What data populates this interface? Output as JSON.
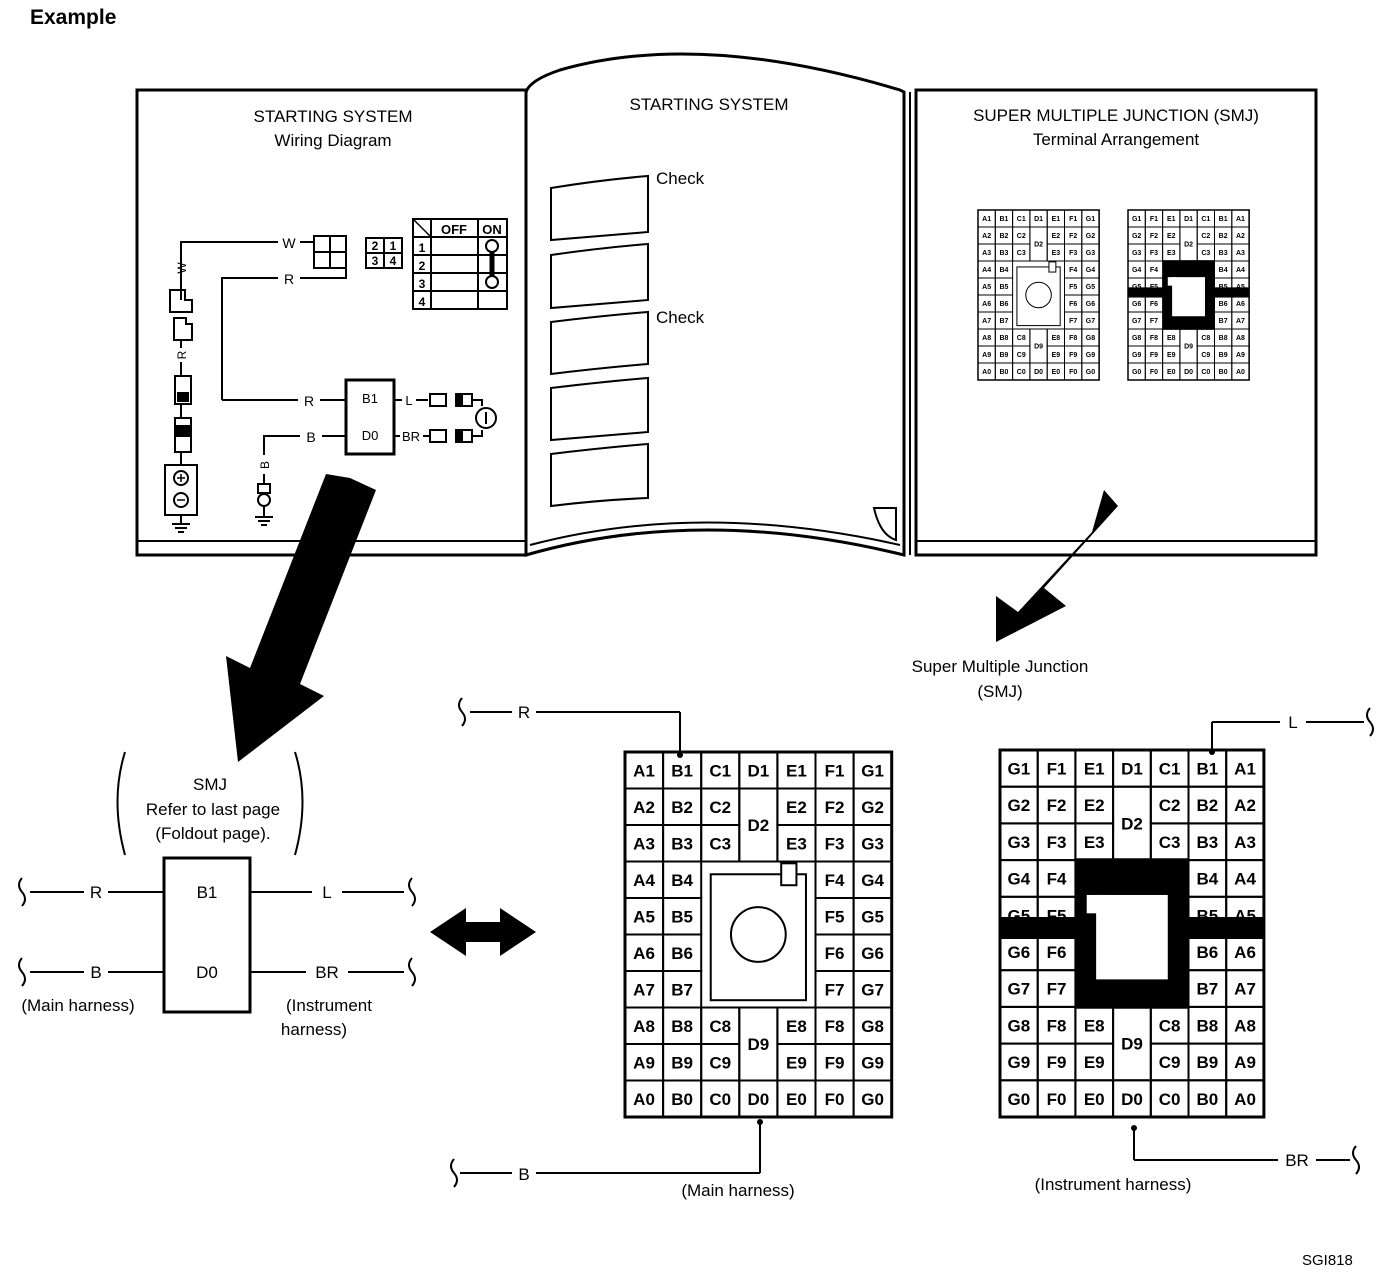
{
  "example_label": "Example",
  "figure_code": "SGI818",
  "book": {
    "left_page": {
      "title": "STARTING SYSTEM",
      "subtitle": "Wiring Diagram",
      "wires": [
        "W",
        "R",
        "R",
        "B",
        "L",
        "BR",
        "W",
        "R",
        "B"
      ],
      "smj_terminals": [
        "B1",
        "D0"
      ],
      "connector_pins": [
        "2",
        "1",
        "3",
        "4"
      ],
      "switch_table": {
        "headers": [
          "OFF",
          "ON"
        ],
        "rows": [
          "1",
          "2",
          "3",
          "4"
        ]
      }
    },
    "middle_page": {
      "title": "STARTING SYSTEM",
      "checks": [
        "Check",
        "Check"
      ]
    },
    "right_page": {
      "title": "SUPER MULTIPLE JUNCTION (SMJ)",
      "subtitle": "Terminal Arrangement"
    }
  },
  "smj_callout": {
    "title": "Super Multiple Junction",
    "abbr": "(SMJ)"
  },
  "smj_symbol": {
    "title": "SMJ",
    "line1": "Refer to last page",
    "line2": "(Foldout page).",
    "terminal_top": "B1",
    "terminal_bottom": "D0",
    "wire_left_top": "R",
    "wire_left_bottom": "B",
    "wire_right_top": "L",
    "wire_right_bottom": "BR",
    "left_harness": "(Main harness)",
    "right_harness_1": "(Instrument",
    "right_harness_2": "harness)"
  },
  "main_harness_connector": {
    "wire_top": "R",
    "wire_bottom": "B",
    "caption": "(Main harness)",
    "terminals": [
      "A1",
      "B1",
      "C1",
      "D1",
      "E1",
      "F1",
      "G1",
      "A2",
      "B2",
      "C2",
      "D2",
      "E2",
      "F2",
      "G2",
      "A3",
      "B3",
      "C3",
      "E3",
      "F3",
      "G3",
      "A4",
      "B4",
      "F4",
      "G4",
      "A5",
      "B5",
      "F5",
      "G5",
      "A6",
      "B6",
      "F6",
      "G6",
      "A7",
      "B7",
      "F7",
      "G7",
      "A8",
      "B8",
      "C8",
      "E8",
      "F8",
      "G8",
      "A9",
      "B9",
      "C9",
      "D9",
      "E9",
      "F9",
      "G9",
      "A0",
      "B0",
      "C0",
      "D0",
      "E0",
      "F0",
      "G0"
    ]
  },
  "instrument_harness_connector": {
    "wire_top": "L",
    "wire_bottom": "BR",
    "caption": "(Instrument harness)",
    "terminals": [
      "G1",
      "F1",
      "E1",
      "D1",
      "C1",
      "B1",
      "A1",
      "G2",
      "F2",
      "E2",
      "D2",
      "C2",
      "B2",
      "A2",
      "G3",
      "F3",
      "E3",
      "C3",
      "B3",
      "A3",
      "G4",
      "F4",
      "B4",
      "A4",
      "G5",
      "F5",
      "B5",
      "A5",
      "G6",
      "F6",
      "B6",
      "A6",
      "G7",
      "F7",
      "B7",
      "A7",
      "G8",
      "F8",
      "E8",
      "C8",
      "B8",
      "A8",
      "G9",
      "F9",
      "E9",
      "D9",
      "C9",
      "B9",
      "A9",
      "G0",
      "F0",
      "E0",
      "D0",
      "C0",
      "B0",
      "A0"
    ]
  }
}
